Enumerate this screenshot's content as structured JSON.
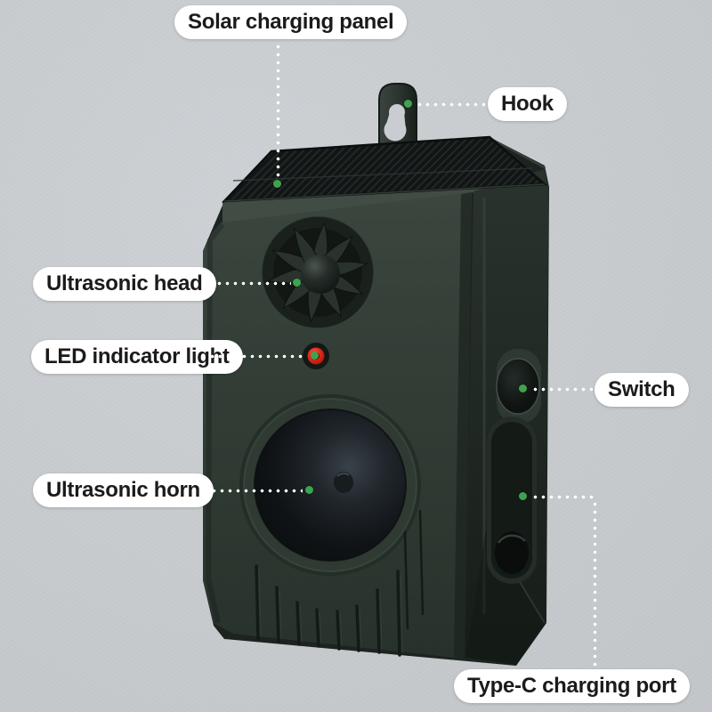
{
  "image_type": "product part annotation diagram",
  "product": "solar ultrasonic repeller device",
  "colors": {
    "background": "#c8ccd0",
    "device_body": "#2f3a33",
    "device_side": "#1d2520",
    "solar_panel": "#111614",
    "led_red": "#e02c1c",
    "marker_green": "#3fa34d",
    "label_background": "#ffffff",
    "label_text": "#1b1b1b"
  },
  "labels": [
    {
      "id": "solar-panel",
      "text": "Solar charging panel"
    },
    {
      "id": "hook",
      "text": "Hook"
    },
    {
      "id": "ultrasonic-head",
      "text": "Ultrasonic head"
    },
    {
      "id": "led-indicator",
      "text": "LED indicator light"
    },
    {
      "id": "switch",
      "text": "Switch"
    },
    {
      "id": "ultrasonic-horn",
      "text": "Ultrasonic horn"
    },
    {
      "id": "type-c-port",
      "text": "Type-C charging port"
    }
  ]
}
